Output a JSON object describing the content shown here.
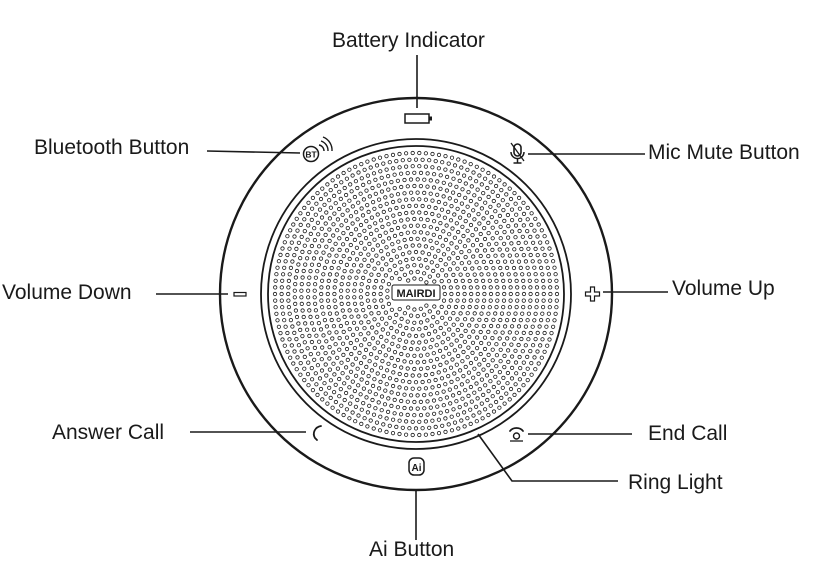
{
  "diagram": {
    "labels": {
      "battery": "Battery Indicator",
      "bluetooth": "Bluetooth Button",
      "mic_mute": "Mic Mute Button",
      "volume_down": "Volume Down",
      "volume_up": "Volume Up",
      "answer_call": "Answer Call",
      "end_call": "End Call",
      "ring_light": "Ring Light",
      "ai_button": "Ai Button"
    },
    "device": {
      "brand": "MAIRDI",
      "ai_icon_text": "Ai",
      "bt_icon_text": "BT"
    },
    "colors": {
      "line": "#1a1a1a",
      "background": "#ffffff"
    },
    "icons": [
      "battery-icon",
      "bluetooth-icon",
      "mic-mute-icon",
      "volume-down-icon",
      "volume-up-icon",
      "answer-call-icon",
      "end-call-icon",
      "ai-icon"
    ]
  }
}
